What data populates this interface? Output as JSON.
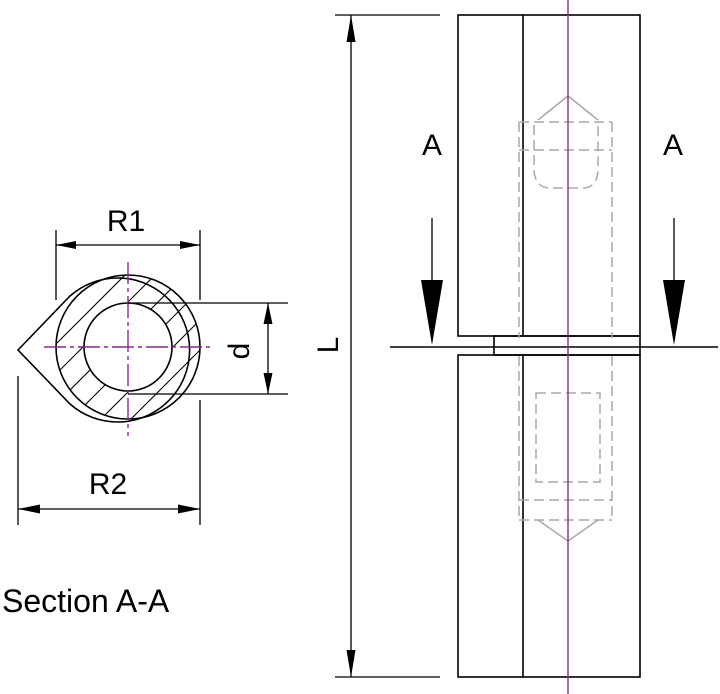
{
  "labels": {
    "section_left": "A",
    "section_right": "A",
    "length": "L",
    "diameter": "d",
    "r1": "R1",
    "r2": "R2",
    "caption": "Section A-A"
  },
  "colors": {
    "outline": "#000000",
    "hidden_lines": "#a8a8a8",
    "center_lines": "#8a2a8a",
    "background": "#ffffff"
  }
}
